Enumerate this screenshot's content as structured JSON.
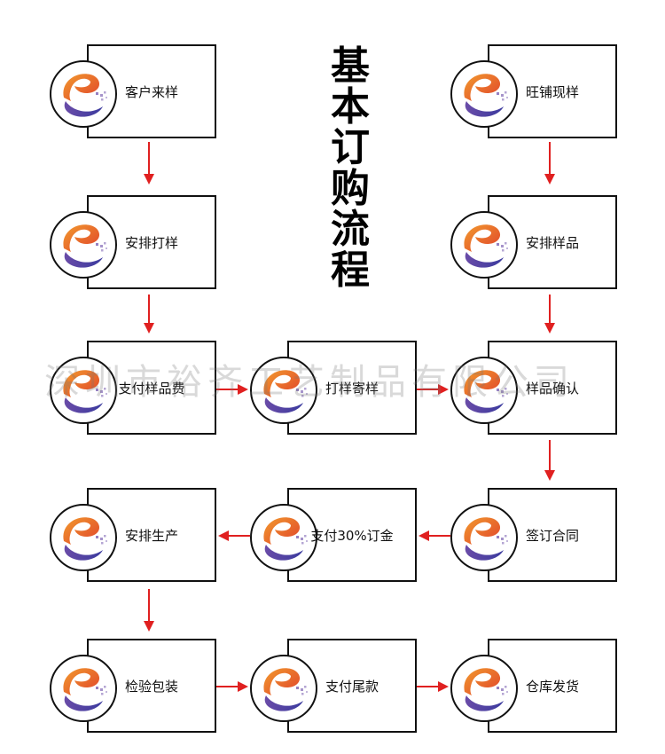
{
  "title": [
    "基",
    "本",
    "订",
    "购",
    "流",
    "程"
  ],
  "watermark": "深圳市裕齐工艺制品有限公司",
  "colors": {
    "arrow": "#e02020",
    "logo_red": "#e0432b",
    "logo_orange": "#f29a2e",
    "logo_blue": "#3a3a9e",
    "logo_purple": "#6a4ca8"
  },
  "logo_icon": "e-swirl-logo",
  "nodes": {
    "kehu_laiyang": "客户来样",
    "anpai_dayang": "安排打样",
    "zhifu_yangpinfei": "支付样品费",
    "dayang_jiyang": "打样寄样",
    "yangpin_queren": "样品确认",
    "wangpu_xianyang": "旺铺现样",
    "anpai_yangpin": "安排样品",
    "qianding_hetong": "签订合同",
    "zhifu_dingjin": "支付30%订金",
    "anpai_shengchan": "安排生产",
    "jianyan_baozhuang": "检验包装",
    "zhifu_weikuan": "支付尾款",
    "cangku_fahuo": "仓库发货"
  }
}
